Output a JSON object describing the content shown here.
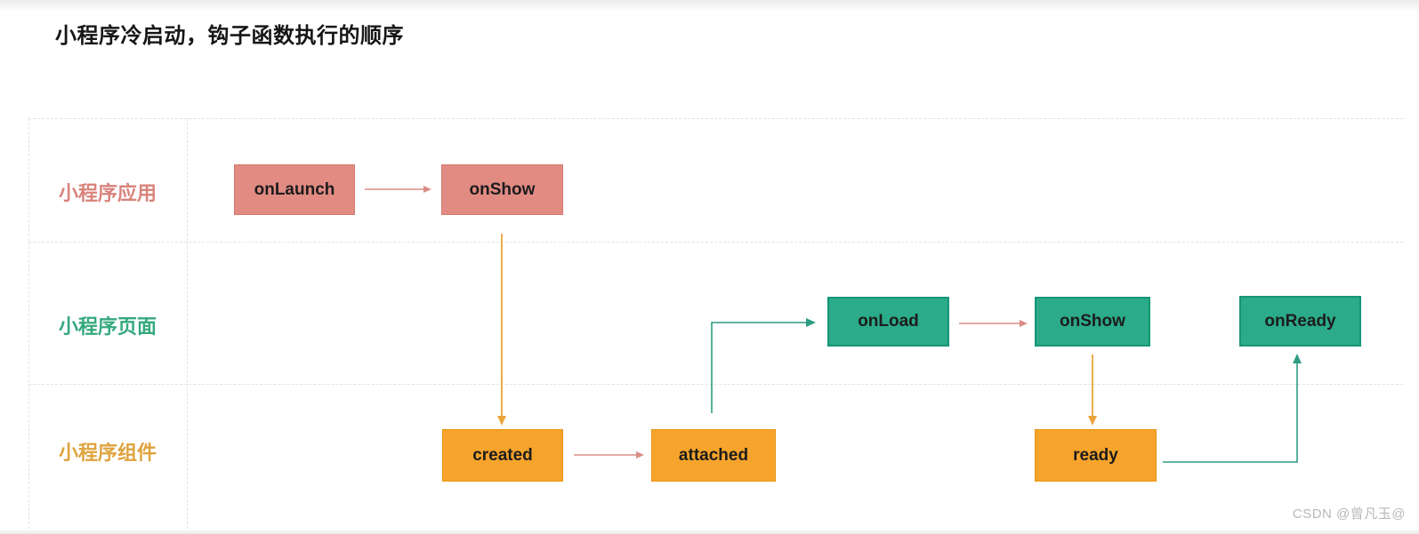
{
  "page": {
    "title": "小程序冷启动，钩子函数执行的顺序",
    "watermark": "CSDN @曾凡玉@"
  },
  "lanes": [
    {
      "id": "app",
      "label": "小程序应用",
      "color": "#d9837b"
    },
    {
      "id": "page",
      "label": "小程序页面",
      "color": "#35a87e"
    },
    {
      "id": "component",
      "label": "小程序组件",
      "color": "#dfa33e"
    }
  ],
  "nodes": {
    "onLaunch": "onLaunch",
    "appOnShow": "onShow",
    "onLoad": "onLoad",
    "pageOnShow": "onShow",
    "onReady": "onReady",
    "created": "created",
    "attached": "attached",
    "ready": "ready"
  },
  "edges": [
    {
      "from": "onLaunch (app)",
      "to": "onShow (app)",
      "color": "#d98e85"
    },
    {
      "from": "onShow (app)",
      "to": "created",
      "color": "#e9a43c"
    },
    {
      "from": "created",
      "to": "attached",
      "color": "#d98e85"
    },
    {
      "from": "attached",
      "to": "onLoad",
      "color": "#2e9c82"
    },
    {
      "from": "onLoad",
      "to": "onShow (page)",
      "color": "#d98e85"
    },
    {
      "from": "onShow (page)",
      "to": "ready",
      "color": "#e9a43c"
    },
    {
      "from": "ready",
      "to": "onReady",
      "color": "#2e9c82"
    }
  ],
  "colors": {
    "app_fill": "#e18b83",
    "page_fill": "#2bab89",
    "component_fill": "#f7a42c",
    "arrow_pink": "#d98e85",
    "arrow_orange": "#e9a43c",
    "arrow_green": "#2e9c82"
  }
}
